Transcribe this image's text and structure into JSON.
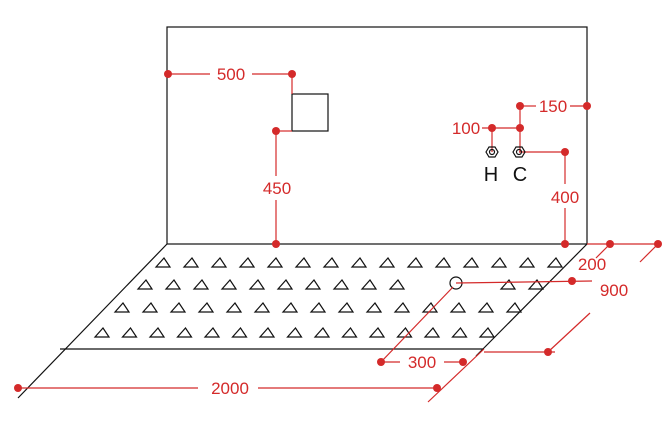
{
  "dimensions": {
    "panel_offset": "500",
    "panel_height": "450",
    "valve_spacing": "100",
    "valve_offset": "150",
    "valve_height": "400",
    "drain_offset_back": "200",
    "tray_depth": "900",
    "drain_offset_side": "300",
    "tray_length": "2000"
  },
  "valves": {
    "hot": "H",
    "cold": "C"
  },
  "tray": {
    "anti_slip_rows": [
      15,
      12,
      15,
      15
    ]
  },
  "colors": {
    "dimension": "#d42a2a",
    "outline": "#111111"
  }
}
